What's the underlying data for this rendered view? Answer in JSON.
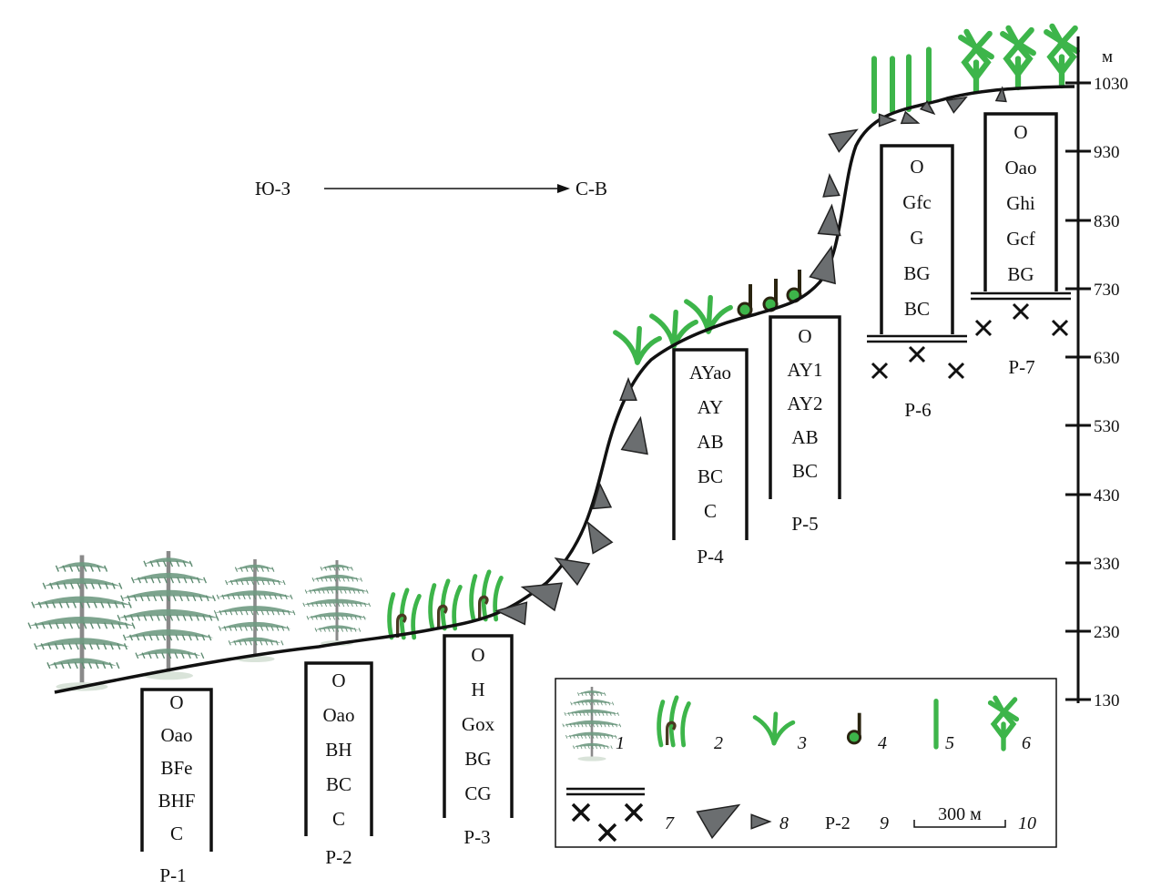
{
  "direction": {
    "from": "Ю-З",
    "to": "С-В"
  },
  "elevation_axis": {
    "unit": "м",
    "ticks": [
      "1030",
      "930",
      "830",
      "730",
      "630",
      "530",
      "430",
      "330",
      "230",
      "130"
    ]
  },
  "profiles": [
    {
      "id": "Р-1",
      "horizons": [
        "O",
        "Oao",
        "BFe",
        "BHF",
        "C"
      ],
      "bedrock": false
    },
    {
      "id": "Р-2",
      "horizons": [
        "O",
        "Oao",
        "BH",
        "BC",
        "C"
      ],
      "bedrock": false
    },
    {
      "id": "Р-3",
      "horizons": [
        "O",
        "H",
        "Gox",
        "BG",
        "CG"
      ],
      "bedrock": false
    },
    {
      "id": "Р-4",
      "horizons": [
        "AYao",
        "AY",
        "AB",
        "BC",
        "C"
      ],
      "bedrock": false
    },
    {
      "id": "Р-5",
      "horizons": [
        "O",
        "AY1",
        "AY2",
        "AB",
        "BC"
      ],
      "bedrock": false
    },
    {
      "id": "Р-6",
      "horizons": [
        "O",
        "Gfc",
        "G",
        "BG",
        "BC"
      ],
      "bedrock": true
    },
    {
      "id": "Р-7",
      "horizons": [
        "O",
        "Oao",
        "Ghi",
        "Gcf",
        "BG"
      ],
      "bedrock": true
    }
  ],
  "legend": {
    "n1": "1",
    "n2": "2",
    "n3": "3",
    "n4": "4",
    "n5": "5",
    "n6": "6",
    "n7": "7",
    "n8": "8",
    "n9": "9",
    "n10": "10",
    "profile_sample": "Р-2",
    "scale_label": "300 м"
  },
  "colors": {
    "vegetation_green": "#3db54a",
    "larch_green": "#6f9a82",
    "moss_brown": "#4a3a22",
    "triangle_gray": "#6b6e70",
    "line": "#111111"
  }
}
